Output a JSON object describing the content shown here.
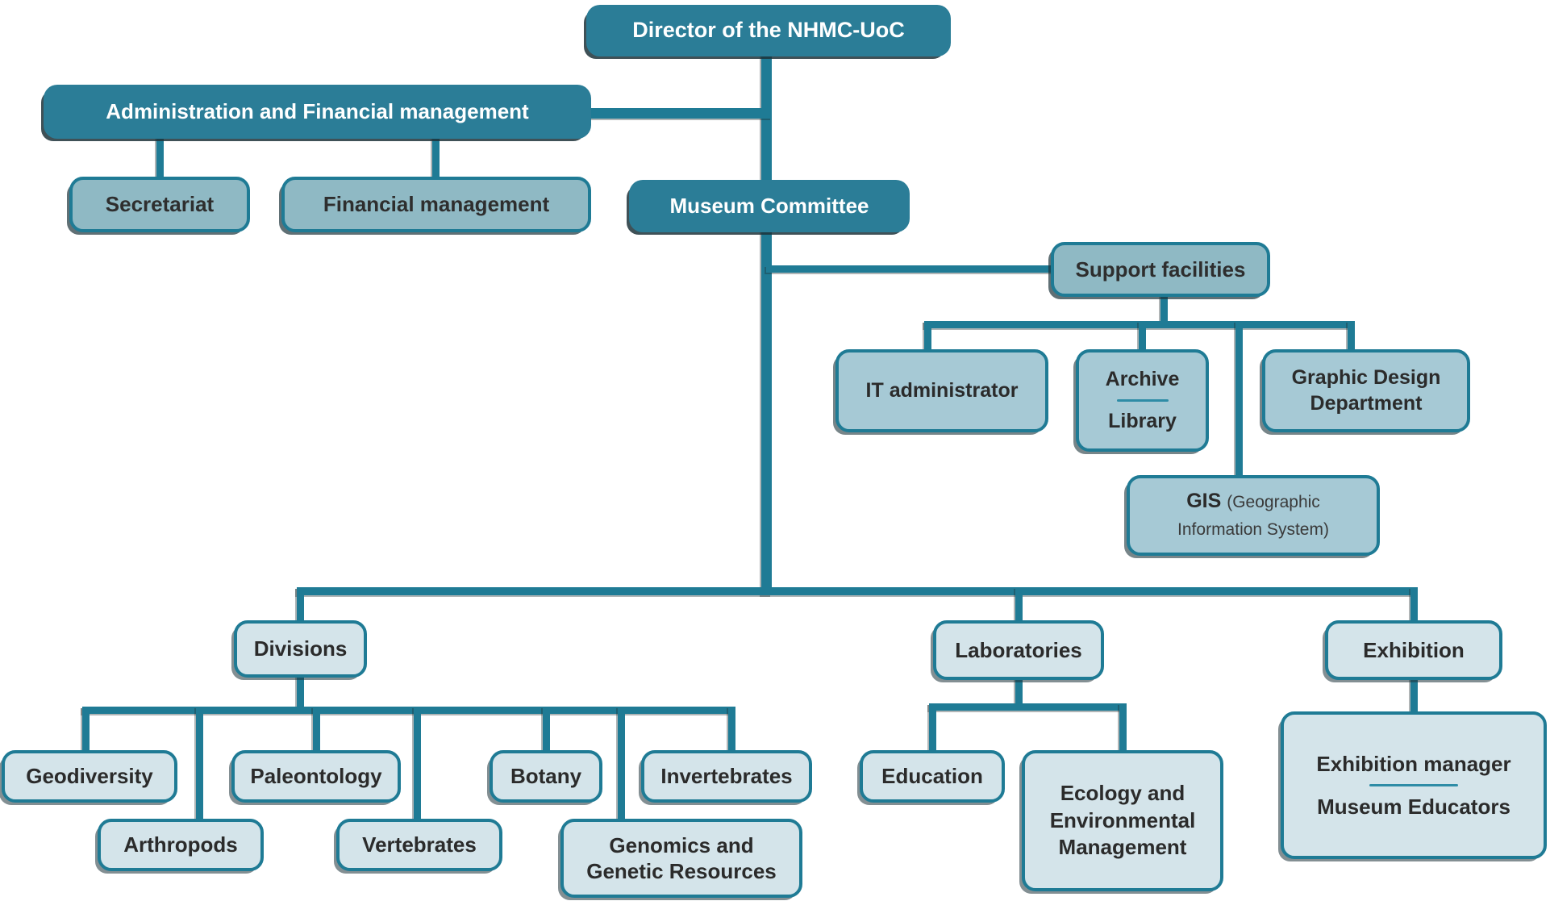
{
  "colors": {
    "dark_box": "#2B7D97",
    "medium_box": "#8FB9C4",
    "light_blue_box": "#A6C9D5",
    "lightest_box": "#D4E4EA",
    "connector_line": "#1F7B95",
    "text_on_dark": "#FFFFFF",
    "text_on_light": "#2B2B2B"
  },
  "nodes": {
    "director": {
      "label": "Director of the NHMC-UoC"
    },
    "administration": {
      "label": "Administration and Financial management"
    },
    "secretariat": {
      "label": "Secretariat"
    },
    "financial_management": {
      "label": "Financial management"
    },
    "museum_committee": {
      "label": "Museum Committee"
    },
    "support_facilities": {
      "label": "Support facilities"
    },
    "it_administrator": {
      "label": "IT administrator"
    },
    "archive_library": {
      "label_top": "Archive",
      "label_bottom": "Library"
    },
    "graphic_design": {
      "label": "Graphic Design Department"
    },
    "gis": {
      "acronym": "GIS",
      "full_name": "(Geographic Information System)"
    },
    "divisions": {
      "label": "Divisions"
    },
    "geodiversity": {
      "label": "Geodiversity"
    },
    "arthropods": {
      "label": "Arthropods"
    },
    "paleontology": {
      "label": "Paleontology"
    },
    "vertebrates": {
      "label": "Vertebrates"
    },
    "botany": {
      "label": "Botany"
    },
    "genomics": {
      "label": "Genomics and Genetic Resources"
    },
    "invertebrates": {
      "label": "Invertebrates"
    },
    "laboratories": {
      "label": "Laboratories"
    },
    "education": {
      "label": "Education"
    },
    "ecology": {
      "label": "Ecology and Environmental Management"
    },
    "exhibition": {
      "label": "Exhibition"
    },
    "exhibition_staff": {
      "label_top": "Exhibition manager",
      "label_bottom": "Museum Educators"
    }
  },
  "structure": {
    "root": "director",
    "edges": [
      [
        "director",
        "administration"
      ],
      [
        "administration",
        "secretariat"
      ],
      [
        "administration",
        "financial_management"
      ],
      [
        "director",
        "museum_committee"
      ],
      [
        "museum_committee",
        "support_facilities"
      ],
      [
        "support_facilities",
        "it_administrator"
      ],
      [
        "support_facilities",
        "archive_library"
      ],
      [
        "support_facilities",
        "gis"
      ],
      [
        "support_facilities",
        "graphic_design"
      ],
      [
        "museum_committee",
        "divisions"
      ],
      [
        "museum_committee",
        "laboratories"
      ],
      [
        "museum_committee",
        "exhibition"
      ],
      [
        "divisions",
        "geodiversity"
      ],
      [
        "divisions",
        "arthropods"
      ],
      [
        "divisions",
        "paleontology"
      ],
      [
        "divisions",
        "vertebrates"
      ],
      [
        "divisions",
        "botany"
      ],
      [
        "divisions",
        "genomics"
      ],
      [
        "divisions",
        "invertebrates"
      ],
      [
        "laboratories",
        "education"
      ],
      [
        "laboratories",
        "ecology"
      ],
      [
        "exhibition",
        "exhibition_staff"
      ]
    ]
  }
}
